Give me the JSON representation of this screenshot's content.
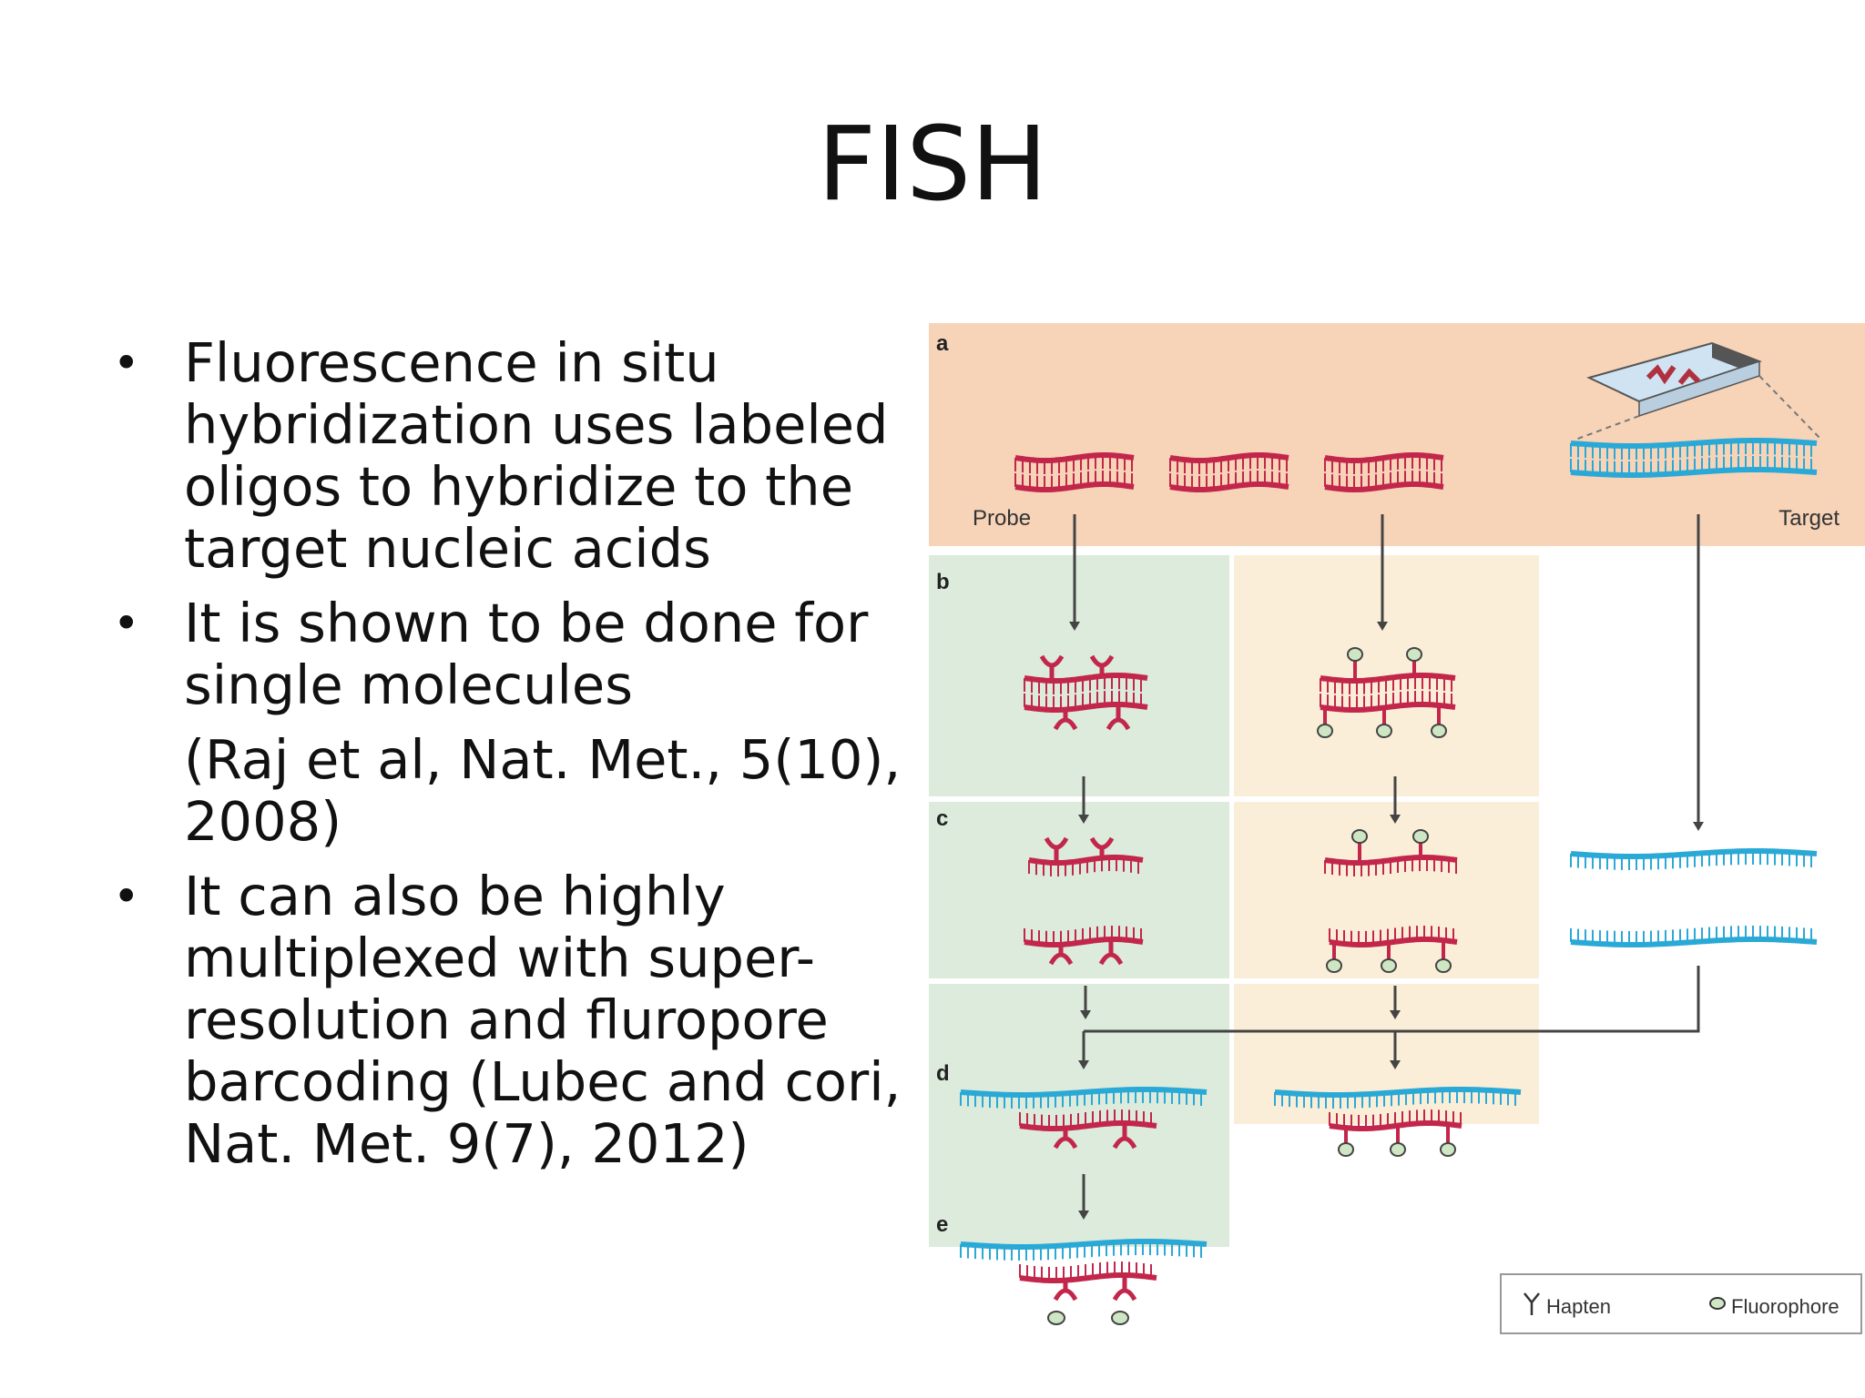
{
  "slide": {
    "title": "FISH",
    "bullets": [
      {
        "text": "Fluorescence in situ hybridization uses labeled oligos to hybridize to the target nucleic acids",
        "sub": ""
      },
      {
        "text": "It is shown to be done for single molecules",
        "sub": "(Raj et al, Nat. Met., 5(10), 2008)"
      },
      {
        "text": "It can also be highly multiplexed with super-resolution and fluropore barcoding (Lubec and cori, Nat. Met. 9(7), 2012)",
        "sub": ""
      }
    ]
  },
  "figure": {
    "panels": [
      "a",
      "b",
      "c",
      "d",
      "e"
    ],
    "probe_label": "Probe",
    "target_label": "Target",
    "legend": {
      "hapten": "Hapten",
      "fluorophore": "Fluorophore"
    },
    "colors": {
      "probe": "#c2264a",
      "target": "#2aa9d6",
      "panel_a_bg": "#f7d3b8",
      "hapten_column_bg": "#dcebdc",
      "fluor_column_bg": "#fbeed8",
      "fluorophore_fill": "#cfe6c4",
      "arrow": "#444444"
    }
  }
}
